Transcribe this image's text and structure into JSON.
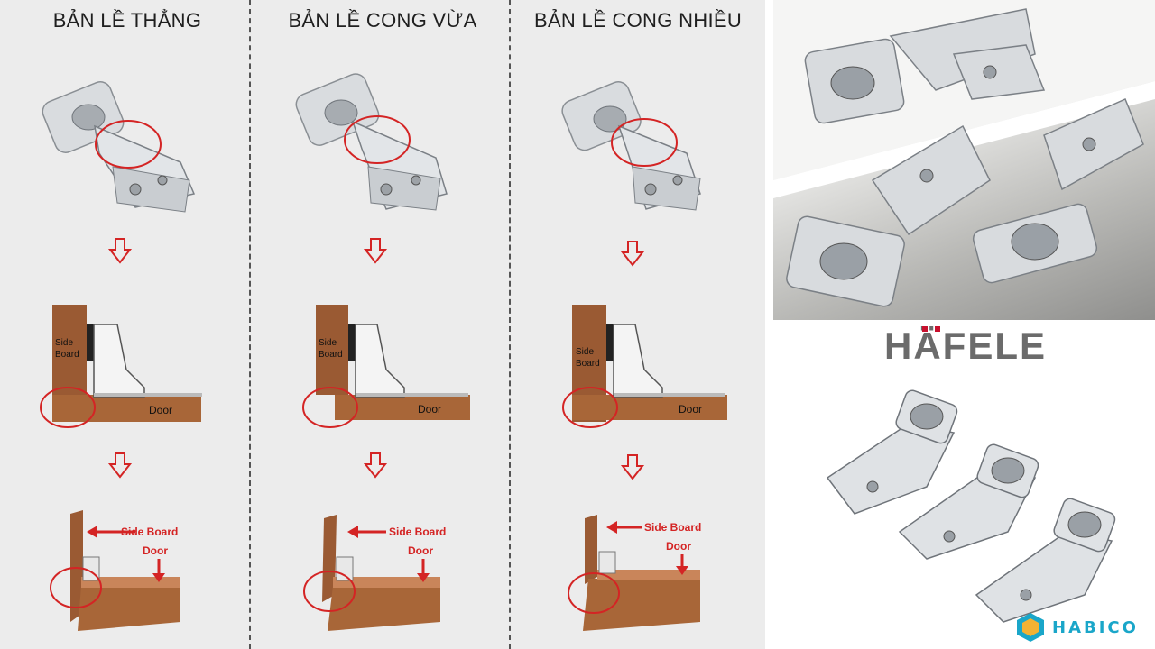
{
  "columns": [
    {
      "title": "BẢN LỀ THẲNG",
      "side_board_label": "Side Board",
      "door_label": "Door",
      "stack_label_1": "Side",
      "stack_label_2": "Board",
      "stack_door": "Door"
    },
    {
      "title": "BẢN LỀ CONG VỪA",
      "side_board_label": "Side Board",
      "door_label": "Door",
      "stack_label_1": "Side",
      "stack_label_2": "Board",
      "stack_door": "Door"
    },
    {
      "title": "BẢN LỀ CONG NHIỀU",
      "side_board_label": "Side Board",
      "door_label": "Door",
      "stack_label_1": "Side",
      "stack_label_2": "Board",
      "stack_door": "Door"
    }
  ],
  "brand": {
    "logo_text": "HÄFELE",
    "watermark": "HABICO"
  },
  "colors": {
    "wood": "#9a5a33",
    "accent": "#d42424",
    "steel": "#cfd3d6",
    "logo_grey": "#6b6b6b",
    "logo_red": "#c8102e",
    "habico": "#1aa6c9"
  }
}
